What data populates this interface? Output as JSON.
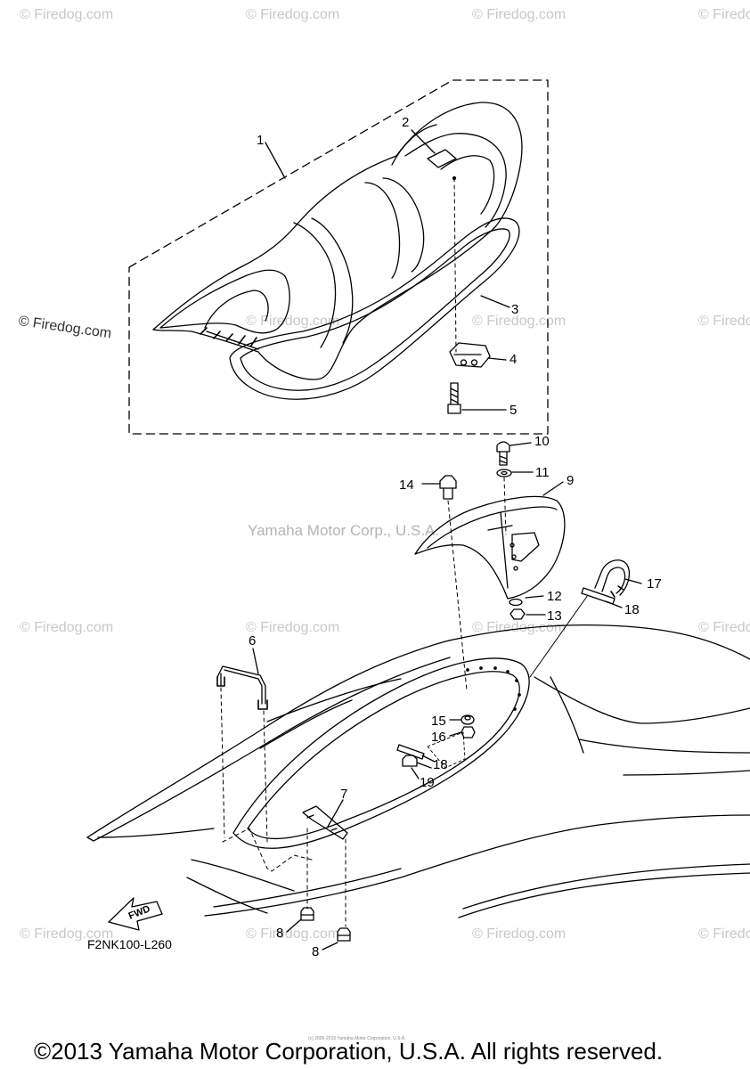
{
  "watermark": {
    "small": "© Firedog.com",
    "main": "Yamaha Motor Corp., U.S.A."
  },
  "labels": {
    "p1": "1",
    "p2": "2",
    "p3": "3",
    "p4": "4",
    "p5": "5",
    "p6": "6",
    "p7": "7",
    "p8a": "8",
    "p8b": "8",
    "p9": "9",
    "p10": "10",
    "p11": "11",
    "p12": "12",
    "p13": "13",
    "p14": "14",
    "p15": "15",
    "p16": "16",
    "p17": "17",
    "p18a": "18",
    "p18b": "18",
    "p19": "19"
  },
  "fwd_label": "FWD",
  "diagram_code": "F2NK100-L260",
  "fine_print": "(c) 2005-2015 Yamaha Motor Corporation, U.S.A.",
  "footer": "©2013 Yamaha Motor Corporation, U.S.A. All rights reserved."
}
